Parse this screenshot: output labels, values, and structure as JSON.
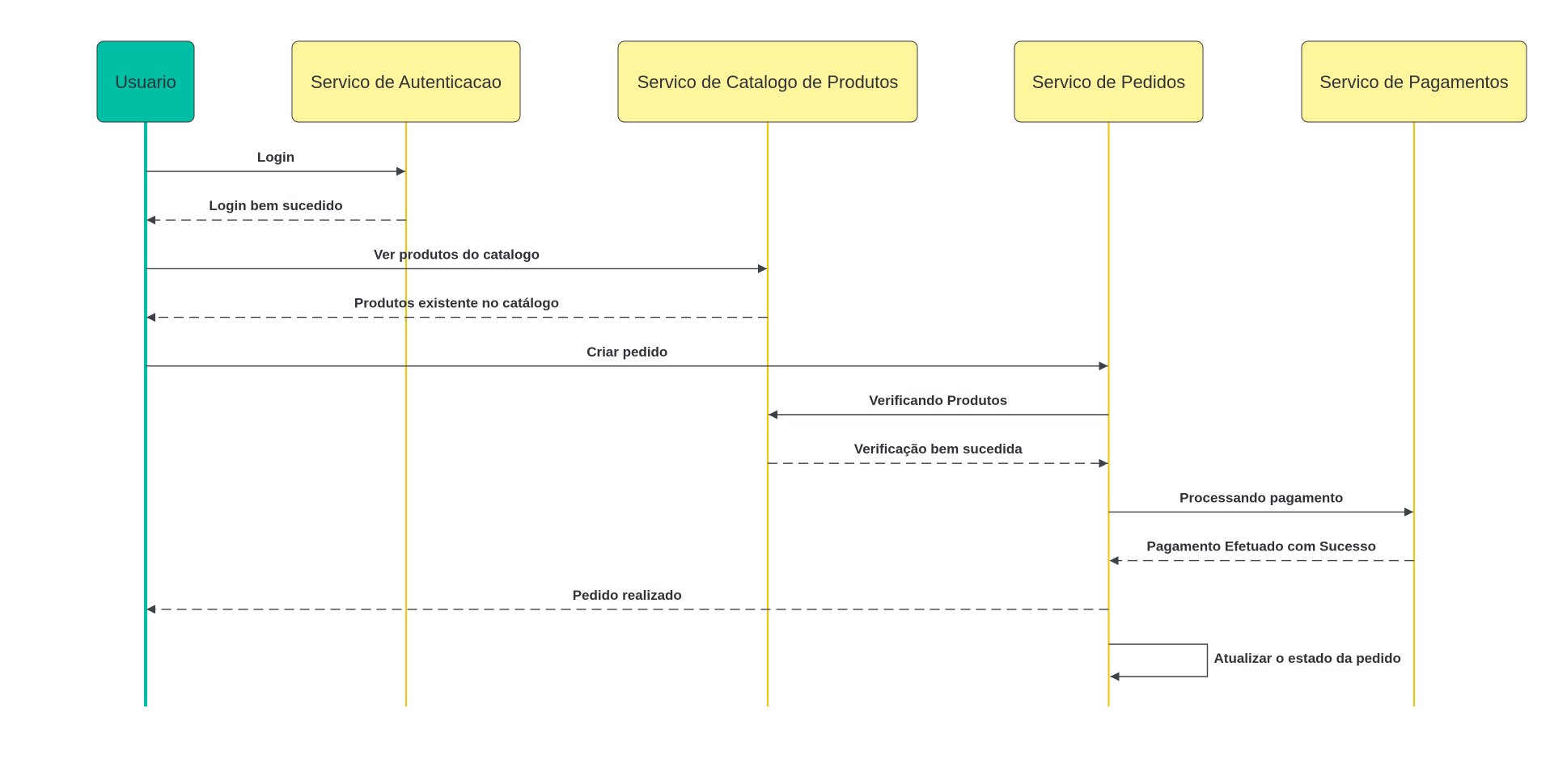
{
  "colors": {
    "user_fill": "#00BFA5",
    "user_line": "#00BFA5",
    "service_fill": "#FFF59D",
    "service_line": "#F5C400",
    "arrow": "#3D4148",
    "text": "#2F3338"
  },
  "participants": [
    {
      "id": "user",
      "label": "Usuario",
      "kind": "user"
    },
    {
      "id": "auth",
      "label": "Servico de Autenticacao",
      "kind": "service"
    },
    {
      "id": "catalog",
      "label": "Servico de Catalogo de Produtos",
      "kind": "service"
    },
    {
      "id": "orders",
      "label": "Servico de Pedidos",
      "kind": "service"
    },
    {
      "id": "payments",
      "label": "Servico de Pagamentos",
      "kind": "service"
    }
  ],
  "messages": [
    {
      "from": "user",
      "to": "auth",
      "label": "Login",
      "style": "solid"
    },
    {
      "from": "auth",
      "to": "user",
      "label": "Login bem sucedido",
      "style": "dashed"
    },
    {
      "from": "user",
      "to": "catalog",
      "label": "Ver produtos do catalogo",
      "style": "solid"
    },
    {
      "from": "catalog",
      "to": "user",
      "label": "Produtos existente no catálogo",
      "style": "dashed"
    },
    {
      "from": "user",
      "to": "orders",
      "label": "Criar pedido",
      "style": "solid"
    },
    {
      "from": "orders",
      "to": "catalog",
      "label": "Verificando Produtos",
      "style": "solid"
    },
    {
      "from": "catalog",
      "to": "orders",
      "label": "Verificação bem sucedida",
      "style": "dashed"
    },
    {
      "from": "orders",
      "to": "payments",
      "label": "Processando pagamento",
      "style": "solid"
    },
    {
      "from": "payments",
      "to": "orders",
      "label": "Pagamento Efetuado com Sucesso",
      "style": "dashed"
    },
    {
      "from": "orders",
      "to": "user",
      "label": "Pedido realizado",
      "style": "dashed"
    },
    {
      "from": "orders",
      "to": "orders",
      "label": "Atualizar o estado da pedido",
      "style": "solid"
    }
  ]
}
